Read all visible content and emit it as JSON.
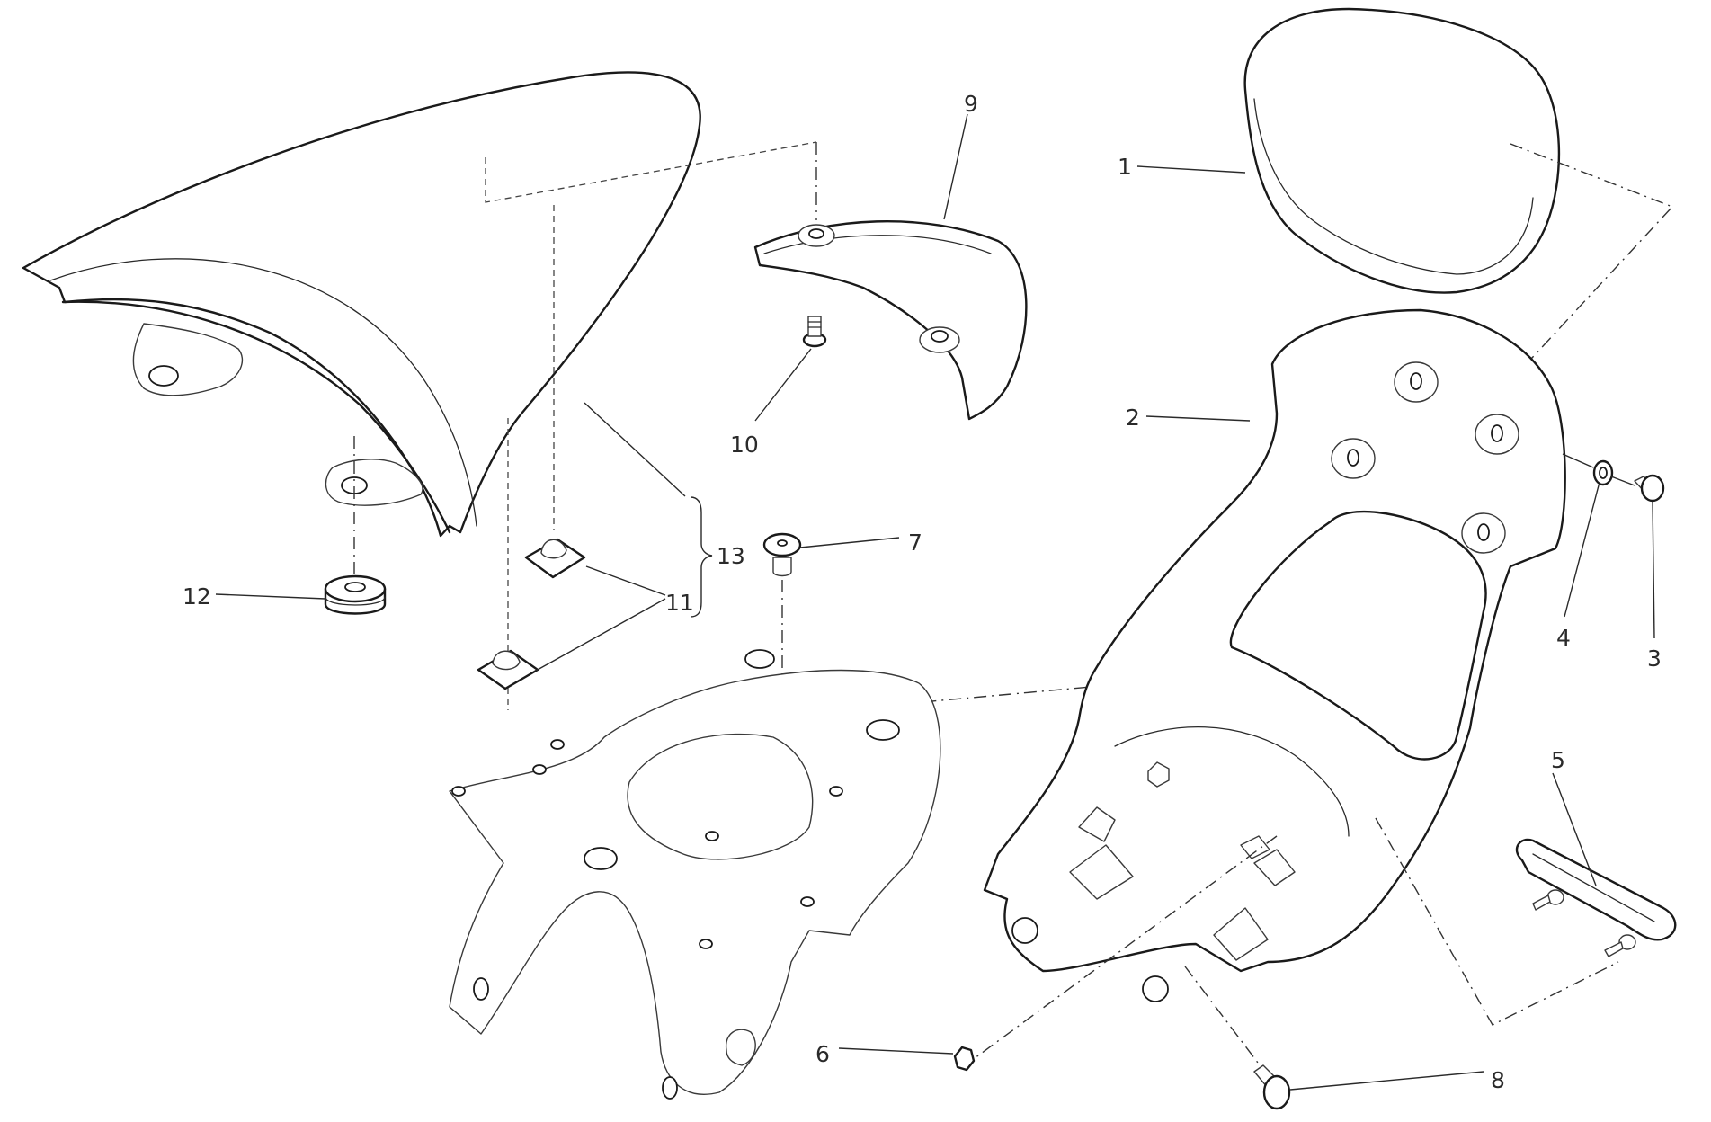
{
  "diagram": {
    "type": "exploded-parts-diagram",
    "subject": "Seat and rear seat cover assembly",
    "colors": {
      "line": "#1a1a1a",
      "background": "#ffffff"
    },
    "callouts": [
      {
        "id": "1",
        "label": "1",
        "part": "rear-seat-pad"
      },
      {
        "id": "2",
        "label": "2",
        "part": "rear-seat-cover-base"
      },
      {
        "id": "3",
        "label": "3",
        "part": "screw"
      },
      {
        "id": "4",
        "label": "4",
        "part": "washer"
      },
      {
        "id": "5",
        "label": "5",
        "part": "strap-plate"
      },
      {
        "id": "6",
        "label": "6",
        "part": "nut"
      },
      {
        "id": "7",
        "label": "7",
        "part": "screw"
      },
      {
        "id": "8",
        "label": "8",
        "part": "screw"
      },
      {
        "id": "9",
        "label": "9",
        "part": "seat-bracket"
      },
      {
        "id": "10",
        "label": "10",
        "part": "screw"
      },
      {
        "id": "11",
        "label": "11",
        "part": "clip-nut"
      },
      {
        "id": "12",
        "label": "12",
        "part": "rubber-grommet"
      },
      {
        "id": "13",
        "label": "13",
        "part": "seat-assembly-group"
      }
    ]
  }
}
